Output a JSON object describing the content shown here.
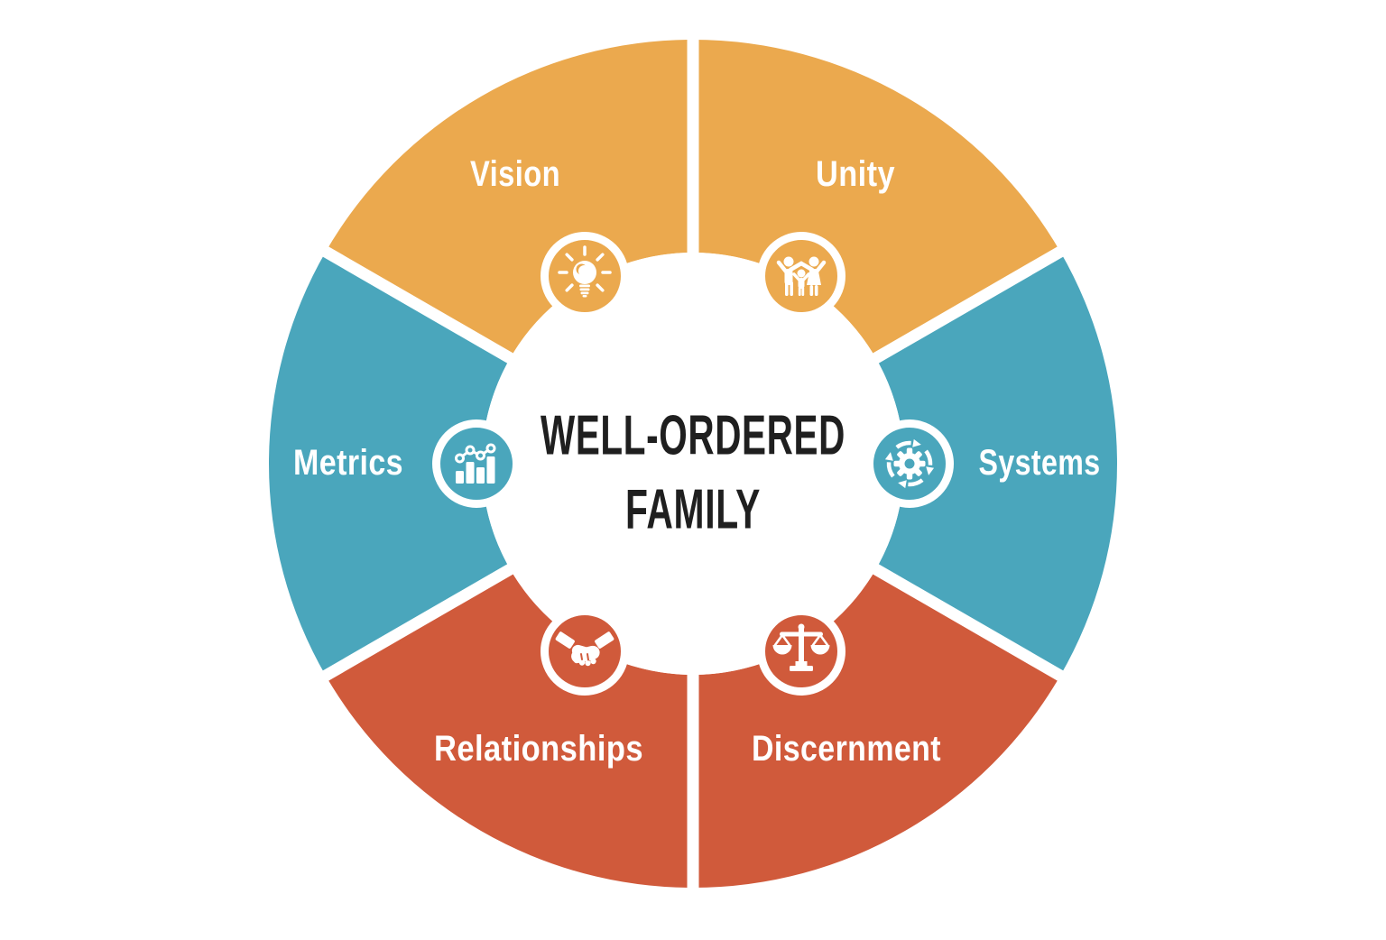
{
  "diagram": {
    "center_title": {
      "line1": "WELL-ORDERED",
      "line2": "FAMILY"
    },
    "colors": {
      "orange": "#EBA94E",
      "teal": "#4AA6BC",
      "red": "#D05A3B",
      "title_text": "#1F1F1F",
      "icon_foreground": "#FFFFFF",
      "background": "#FFFFFF"
    },
    "segments": [
      {
        "label": "Vision",
        "icon": "lightbulb-icon",
        "color": "#EBA94E",
        "position": "top-left"
      },
      {
        "label": "Unity",
        "icon": "family-icon",
        "color": "#EBA94E",
        "position": "top-right"
      },
      {
        "label": "Systems",
        "icon": "gear-cycle-icon",
        "color": "#4AA6BC",
        "position": "right"
      },
      {
        "label": "Discernment",
        "icon": "balance-scale-icon",
        "color": "#D05A3B",
        "position": "bottom-right"
      },
      {
        "label": "Relationships",
        "icon": "handshake-icon",
        "color": "#D05A3B",
        "position": "bottom-left"
      },
      {
        "label": "Metrics",
        "icon": "line-bar-chart-icon",
        "color": "#4AA6BC",
        "position": "left"
      }
    ]
  }
}
